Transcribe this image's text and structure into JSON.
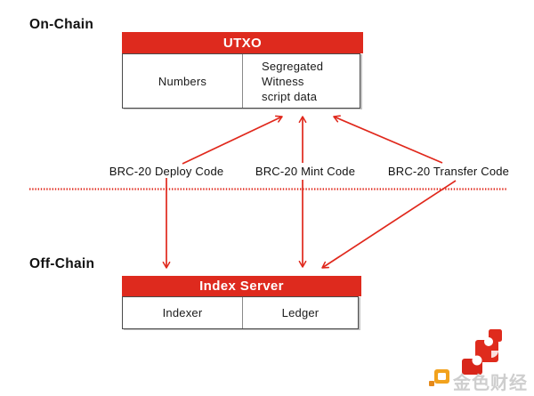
{
  "diagram": {
    "on_chain_label": "On-Chain",
    "off_chain_label": "Off-Chain",
    "utxo_box": {
      "header": "UTXO",
      "left_cell": "Numbers",
      "right_cell": "Segregated\nWitness\nscript data"
    },
    "code_labels": [
      {
        "label": "BRC-20 Deploy Code"
      },
      {
        "label": "BRC-20 Mint Code"
      },
      {
        "label": "BRC-20 Transfer Code"
      }
    ],
    "index_server_box": {
      "header": "Index Server",
      "left_cell": "Indexer",
      "right_cell": "Ledger"
    }
  },
  "watermark": {
    "brand_text": "金色财经"
  },
  "colors": {
    "red": "#de2a1e",
    "arrow_red": "#e0281c",
    "box_border": "#4a4a4a",
    "cell_divider": "#8a8a8a",
    "text_black": "#161616",
    "watermark_gray": "#cecece",
    "logo_orange": "#f2a21d",
    "background": "#ffffff"
  }
}
